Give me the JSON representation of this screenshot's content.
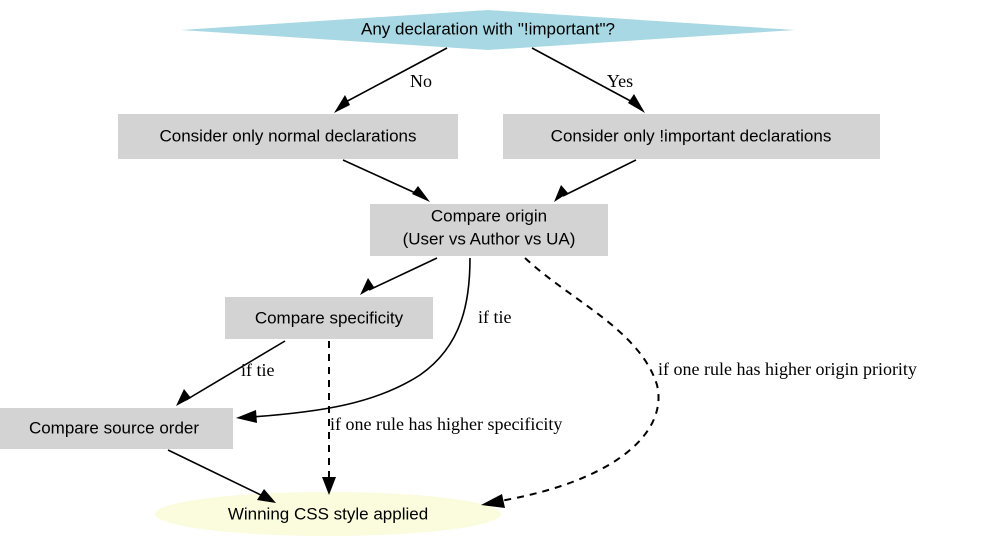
{
  "diagram": {
    "title": "CSS cascade resolution flowchart",
    "colors": {
      "decision_fill": "#a8d8e4",
      "process_fill": "#d3d3d3",
      "terminal_fill": "#fbfbdd",
      "edge_stroke": "#000000",
      "text": "#000000",
      "background": "#ffffff"
    },
    "nodes": [
      {
        "id": "decision_important",
        "shape": "diamond",
        "label": "Any declaration with \"!important\"?",
        "fill": "#a8d8e4"
      },
      {
        "id": "normal_declarations",
        "shape": "rect",
        "label": "Consider only normal declarations",
        "fill": "#d3d3d3"
      },
      {
        "id": "important_declarations",
        "shape": "rect",
        "label": "Consider only !important declarations",
        "fill": "#d3d3d3"
      },
      {
        "id": "compare_origin",
        "shape": "rect",
        "label_line1": "Compare origin",
        "label_line2": "(User vs Author vs UA)",
        "fill": "#d3d3d3"
      },
      {
        "id": "compare_specificity",
        "shape": "rect",
        "label": "Compare specificity",
        "fill": "#d3d3d3"
      },
      {
        "id": "compare_source_order",
        "shape": "rect",
        "label": "Compare source order",
        "fill": "#d3d3d3"
      },
      {
        "id": "winning_style",
        "shape": "ellipse",
        "label": "Winning CSS style applied",
        "fill": "#fbfbdd"
      }
    ],
    "edges": [
      {
        "id": "edge_no",
        "from": "decision_important",
        "to": "normal_declarations",
        "label": "No",
        "style": "solid"
      },
      {
        "id": "edge_yes",
        "from": "decision_important",
        "to": "important_declarations",
        "label": "Yes",
        "style": "solid"
      },
      {
        "id": "edge_normal_origin",
        "from": "normal_declarations",
        "to": "compare_origin",
        "label": "",
        "style": "solid"
      },
      {
        "id": "edge_important_origin",
        "from": "important_declarations",
        "to": "compare_origin",
        "label": "",
        "style": "solid"
      },
      {
        "id": "edge_origin_specificity",
        "from": "compare_origin",
        "to": "compare_specificity",
        "label": "",
        "style": "solid"
      },
      {
        "id": "edge_origin_source_order",
        "from": "compare_origin",
        "to": "compare_source_order",
        "label": "if tie",
        "style": "solid"
      },
      {
        "id": "edge_origin_winning",
        "from": "compare_origin",
        "to": "winning_style",
        "label": "if one rule has higher origin priority",
        "style": "dashed"
      },
      {
        "id": "edge_specificity_source_order",
        "from": "compare_specificity",
        "to": "compare_source_order",
        "label": "if tie",
        "style": "solid"
      },
      {
        "id": "edge_specificity_winning",
        "from": "compare_specificity",
        "to": "winning_style",
        "label": "if one rule has higher specificity",
        "style": "dashed"
      },
      {
        "id": "edge_source_order_winning",
        "from": "compare_source_order",
        "to": "winning_style",
        "label": "",
        "style": "solid"
      }
    ],
    "labels": {
      "no": "No",
      "yes": "Yes",
      "if_tie_origin": "if tie",
      "if_tie_specificity": "if tie",
      "higher_origin_priority": "if one rule has higher origin priority",
      "higher_specificity": "if one rule has higher specificity"
    }
  }
}
